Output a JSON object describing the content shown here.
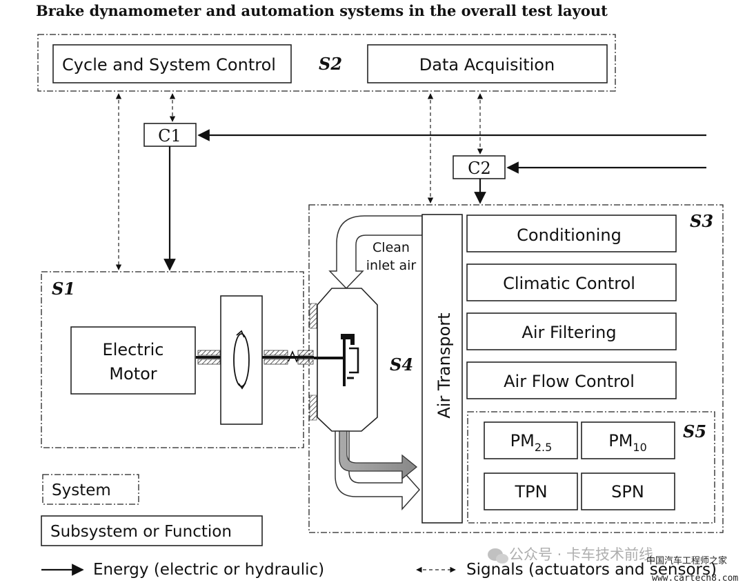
{
  "title": "Brake dynamometer and automation systems in the overall test layout",
  "systems": {
    "s1": "S1",
    "s2": "S2",
    "s3": "S3",
    "s4": "S4",
    "s5": "S5"
  },
  "controllers": {
    "c1": "C1",
    "c2": "C2"
  },
  "boxes": {
    "cycle_control": "Cycle and System Control",
    "data_acquisition": "Data Acquisition",
    "motor_line1": "Electric",
    "motor_line2": "Motor",
    "conditioning": "Conditioning",
    "climatic_control": "Climatic Control",
    "air_filtering": "Air Filtering",
    "air_flow_control": "Air Flow Control",
    "air_transport": "Air Transport",
    "pm25_main": "PM",
    "pm25_sub": "2.5",
    "pm10_main": "PM",
    "pm10_sub": "10",
    "tpn": "TPN",
    "spn": "SPN"
  },
  "clean_air": {
    "line1": "Clean",
    "line2": "inlet air"
  },
  "legend": {
    "system": "System",
    "subsystem": "Subsystem or Function",
    "energy": "Energy (electric or hydraulic)",
    "signals": "Signals (actuators and sensors)"
  },
  "watermark": {
    "main": "公众号 · 卡车技术前线",
    "site_cn": "中国汽车工程师之家",
    "site_url": "www.cartech8.com"
  }
}
